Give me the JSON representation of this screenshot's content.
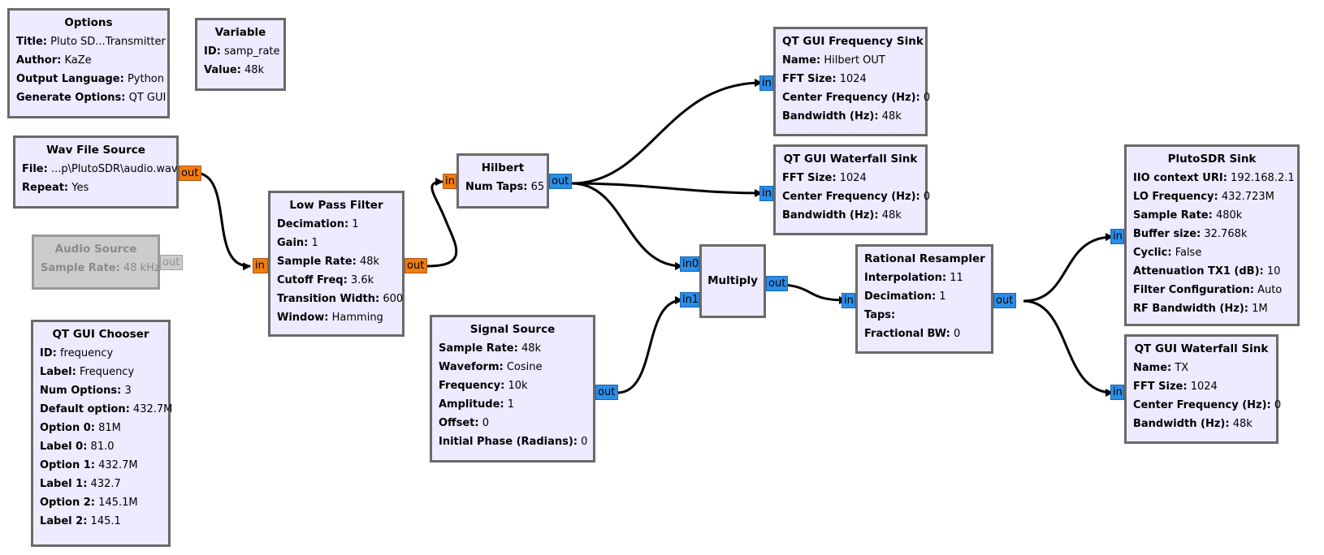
{
  "blocks": {
    "options": {
      "title": "Options",
      "params": [
        {
          "key": "Title:",
          "value": "Pluto SD...Transmitter"
        },
        {
          "key": "Author:",
          "value": "KaZe"
        },
        {
          "key": "Output Language:",
          "value": "Python"
        },
        {
          "key": "Generate Options:",
          "value": "QT GUI"
        }
      ]
    },
    "variable": {
      "title": "Variable",
      "params": [
        {
          "key": "ID:",
          "value": "samp_rate"
        },
        {
          "key": "Value:",
          "value": "48k"
        }
      ]
    },
    "wav_source": {
      "title": "Wav File Source",
      "params": [
        {
          "key": "File:",
          "value": "...p\\PlutoSDR\\audio.wav"
        },
        {
          "key": "Repeat:",
          "value": "Yes"
        }
      ],
      "out": "out"
    },
    "audio_source": {
      "title": "Audio Source",
      "params": [
        {
          "key": "Sample Rate:",
          "value": "48 kHz"
        }
      ],
      "out": "out",
      "state": "disabled"
    },
    "chooser": {
      "title": "QT GUI Chooser",
      "params": [
        {
          "key": "ID:",
          "value": "frequency"
        },
        {
          "key": "Label:",
          "value": "Frequency"
        },
        {
          "key": "Num Options:",
          "value": "3"
        },
        {
          "key": "Default option:",
          "value": "432.7M"
        },
        {
          "key": "Option 0:",
          "value": "81M"
        },
        {
          "key": "Label 0:",
          "value": "81.0"
        },
        {
          "key": "Option 1:",
          "value": "432.7M"
        },
        {
          "key": "Label 1:",
          "value": "432.7"
        },
        {
          "key": "Option 2:",
          "value": "145.1M"
        },
        {
          "key": "Label 2:",
          "value": "145.1"
        }
      ]
    },
    "lpf": {
      "title": "Low Pass Filter",
      "params": [
        {
          "key": "Decimation:",
          "value": "1"
        },
        {
          "key": "Gain:",
          "value": "1"
        },
        {
          "key": "Sample Rate:",
          "value": "48k"
        },
        {
          "key": "Cutoff Freq:",
          "value": "3.6k"
        },
        {
          "key": "Transition Width:",
          "value": "600"
        },
        {
          "key": "Window:",
          "value": "Hamming"
        }
      ],
      "in": "in",
      "out": "out"
    },
    "hilbert": {
      "title": "Hilbert",
      "params": [
        {
          "key": "Num Taps:",
          "value": "65"
        }
      ],
      "in": "in",
      "out": "out"
    },
    "signal_source": {
      "title": "Signal Source",
      "params": [
        {
          "key": "Sample Rate:",
          "value": "48k"
        },
        {
          "key": "Waveform:",
          "value": "Cosine"
        },
        {
          "key": "Frequency:",
          "value": "10k"
        },
        {
          "key": "Amplitude:",
          "value": "1"
        },
        {
          "key": "Offset:",
          "value": "0"
        },
        {
          "key": "Initial Phase (Radians):",
          "value": "0"
        }
      ],
      "out": "out"
    },
    "freq_sink": {
      "title": "QT GUI Frequency Sink",
      "params": [
        {
          "key": "Name:",
          "value": "Hilbert OUT"
        },
        {
          "key": "FFT Size:",
          "value": "1024"
        },
        {
          "key": "Center Frequency (Hz):",
          "value": "0"
        },
        {
          "key": "Bandwidth (Hz):",
          "value": "48k"
        }
      ],
      "in": "in"
    },
    "waterfall_sink_1": {
      "title": "QT GUI Waterfall Sink",
      "params": [
        {
          "key": "FFT Size:",
          "value": "1024"
        },
        {
          "key": "Center Frequency (Hz):",
          "value": "0"
        },
        {
          "key": "Bandwidth (Hz):",
          "value": "48k"
        }
      ],
      "in": "in"
    },
    "multiply": {
      "title": "Multiply",
      "in0": "in0",
      "in1": "in1",
      "out": "out"
    },
    "resampler": {
      "title": "Rational Resampler",
      "params": [
        {
          "key": "Interpolation:",
          "value": "11"
        },
        {
          "key": "Decimation:",
          "value": "1"
        },
        {
          "key": "Taps:",
          "value": ""
        },
        {
          "key": "Fractional BW:",
          "value": "0"
        }
      ],
      "in": "in",
      "out": "out"
    },
    "pluto_sink": {
      "title": "PlutoSDR Sink",
      "params": [
        {
          "key": "IIO context URI:",
          "value": "192.168.2.1"
        },
        {
          "key": "LO Frequency:",
          "value": "432.723M"
        },
        {
          "key": "Sample Rate:",
          "value": "480k"
        },
        {
          "key": "Buffer size:",
          "value": "32.768k"
        },
        {
          "key": "Cyclic:",
          "value": "False"
        },
        {
          "key": "Attenuation TX1 (dB):",
          "value": "10"
        },
        {
          "key": "Filter Configuration:",
          "value": "Auto"
        },
        {
          "key": "RF Bandwidth (Hz):",
          "value": "1M"
        }
      ],
      "in": "in"
    },
    "waterfall_sink_2": {
      "title": "QT GUI Waterfall Sink",
      "params": [
        {
          "key": "Name:",
          "value": "TX"
        },
        {
          "key": "FFT Size:",
          "value": "1024"
        },
        {
          "key": "Center Frequency (Hz):",
          "value": "0"
        },
        {
          "key": "Bandwidth (Hz):",
          "value": "48k"
        }
      ],
      "in": "in"
    }
  },
  "connections": [
    {
      "from": "wav_source.out",
      "to": "lpf.in"
    },
    {
      "from": "lpf.out",
      "to": "hilbert.in"
    },
    {
      "from": "hilbert.out",
      "to": "freq_sink.in"
    },
    {
      "from": "hilbert.out",
      "to": "waterfall_sink_1.in"
    },
    {
      "from": "hilbert.out",
      "to": "multiply.in0"
    },
    {
      "from": "signal_source.out",
      "to": "multiply.in1"
    },
    {
      "from": "multiply.out",
      "to": "resampler.in"
    },
    {
      "from": "resampler.out",
      "to": "pluto_sink.in"
    },
    {
      "from": "resampler.out",
      "to": "waterfall_sink_2.in"
    }
  ],
  "colors": {
    "block_bg": "#eeeaff",
    "block_border": "#6a6a6a",
    "float_port": "#f07d0a",
    "complex_port": "#2c8de6",
    "disabled_bg": "#cccccc",
    "wire": "#000000"
  }
}
